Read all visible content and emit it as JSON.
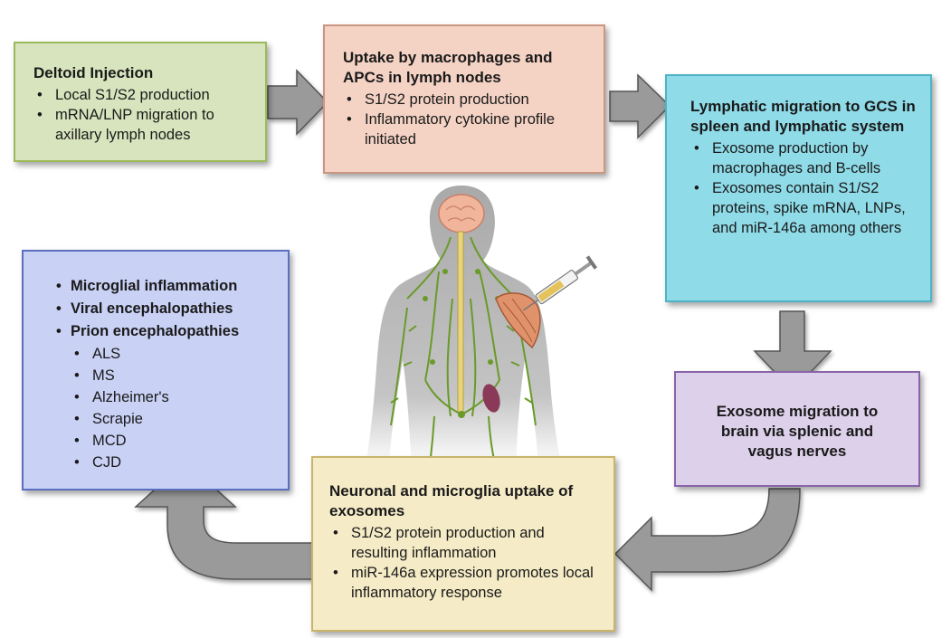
{
  "box1": {
    "title": "Deltoid Injection",
    "bullets": [
      "Local S1/S2 production",
      "mRNA/LNP migration to axillary lymph nodes"
    ]
  },
  "box2": {
    "title": "Uptake by macrophages and APCs in lymph nodes",
    "bullets": [
      "S1/S2 protein production",
      "Inflammatory cytokine profile initiated"
    ]
  },
  "box3": {
    "title": "Lymphatic migration to GCS in spleen and lymphatic system",
    "bullets": [
      "Exosome production by macrophages and B-cells",
      "Exosomes contain S1/S2 proteins, spike mRNA, LNPs, and miR-146a among others"
    ]
  },
  "box4": {
    "title": "Exosome migration to brain via splenic and vagus nerves"
  },
  "box5": {
    "title": "Neuronal and microglia uptake of exosomes",
    "bullets": [
      "S1/S2 protein production and resulting inflammation",
      "miR-146a expression promotes local inflammatory response"
    ]
  },
  "box6": {
    "main": [
      "Microglial inflammation",
      "Viral encephalopathies",
      "Prion encephalopathies"
    ],
    "sub": [
      "ALS",
      "MS",
      "Alzheimer's",
      "Scrapie",
      "MCD",
      "CJD"
    ]
  },
  "colors": {
    "box1": "#d7e4bd",
    "box2": "#f4d2c4",
    "box3": "#8fdbe8",
    "box4": "#ddd0ea",
    "box5": "#f5ebc6",
    "box6": "#c9d1f5",
    "arrow": "#9a9a9a",
    "body": "#bcbcbc",
    "lymph": "#6a9a2a"
  }
}
